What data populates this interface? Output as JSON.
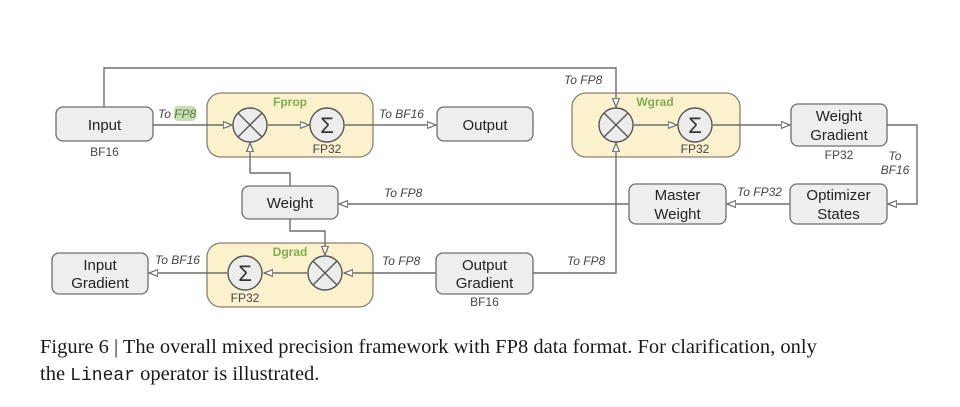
{
  "colors": {
    "node_fill": "#eeeeee",
    "node_stroke": "#6e6e6e",
    "block_fill": "#fbf1cc",
    "block_stroke": "#8a8170",
    "block_title": "#7fae4e",
    "edge": "#6e6e6e",
    "fp8_highlight": "#c9dcb8"
  },
  "nodes": {
    "input": {
      "label": [
        "Input"
      ],
      "precision": "BF16"
    },
    "output": {
      "label": [
        "Output"
      ]
    },
    "weight": {
      "label": [
        "Weight"
      ]
    },
    "weight_gradient": {
      "label": [
        "Weight",
        "Gradient"
      ],
      "precision": "FP32"
    },
    "optimizer_states": {
      "label": [
        "Optimizer",
        "States"
      ]
    },
    "master_weight": {
      "label": [
        "Master",
        "Weight"
      ]
    },
    "input_gradient": {
      "label": [
        "Input",
        "Gradient"
      ]
    },
    "output_gradient": {
      "label": [
        "Output",
        "Gradient"
      ],
      "precision": "BF16"
    }
  },
  "blocks": {
    "fprop": {
      "title": "Fprop",
      "accum_precision": "FP32"
    },
    "wgrad": {
      "title": "Wgrad",
      "accum_precision": "FP32"
    },
    "dgrad": {
      "title": "Dgrad",
      "accum_precision": "FP32"
    }
  },
  "operators": {
    "multiply_symbol": "×",
    "sum_symbol": "Σ"
  },
  "edge_labels": {
    "input_to_fprop_prefix": "To ",
    "input_to_fprop_highlight": "FP8",
    "fprop_to_output": "To BF16",
    "input_to_wgrad": "To FP8",
    "wgrad_to_weight_gradient_precision": "FP32",
    "weight_gradient_to_optimizer": [
      "To",
      "BF16"
    ],
    "optimizer_to_master": "To FP32",
    "master_to_weight": "To FP8",
    "dgrad_to_input_gradient": "To BF16",
    "output_gradient_to_dgrad": "To FP8",
    "output_gradient_to_wgrad": "To FP8"
  },
  "caption": {
    "part1": "Figure 6 | The overall mixed precision framework with FP8 data format. For clarification, only",
    "part2_pre": "the ",
    "part2_code": "Linear",
    "part2_post": " operator is illustrated."
  }
}
